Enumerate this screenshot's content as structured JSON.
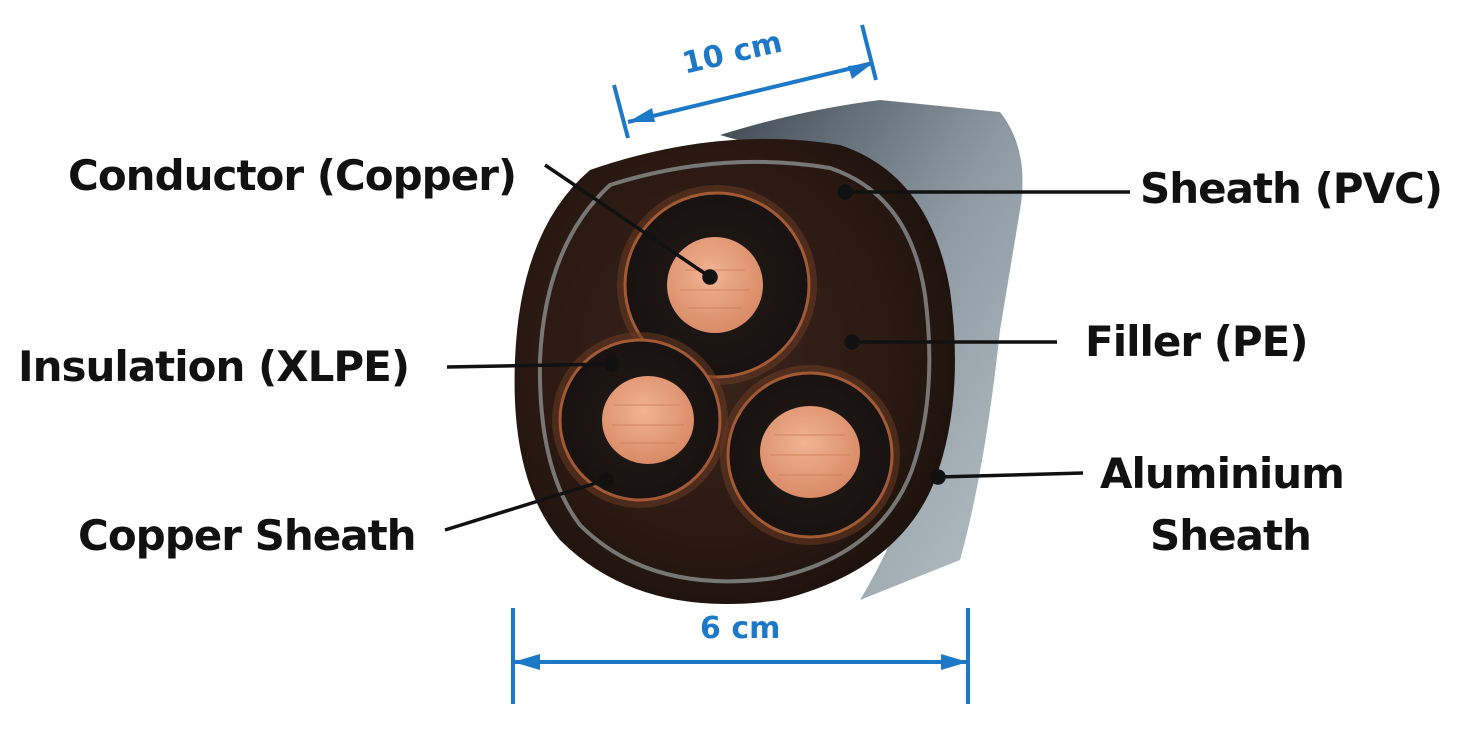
{
  "labels": {
    "conductor": "Conductor (Copper)",
    "insulation": "Insulation (XLPE)",
    "copper_sheath": "Copper Sheath",
    "sheath_pvc": "Sheath (PVC)",
    "filler": "Filler (PE)",
    "aluminium_line1": "Aluminium",
    "aluminium_line2": "Sheath"
  },
  "dimensions": {
    "top": "10 cm",
    "bottom": "6 cm"
  },
  "colors": {
    "dimension": "#1e78c8",
    "label_text": "#111111",
    "leader_line": "#111111",
    "copper": "#e7a07c",
    "cable_body": "#2b1a14",
    "outer_sheath": "#8a969e"
  }
}
